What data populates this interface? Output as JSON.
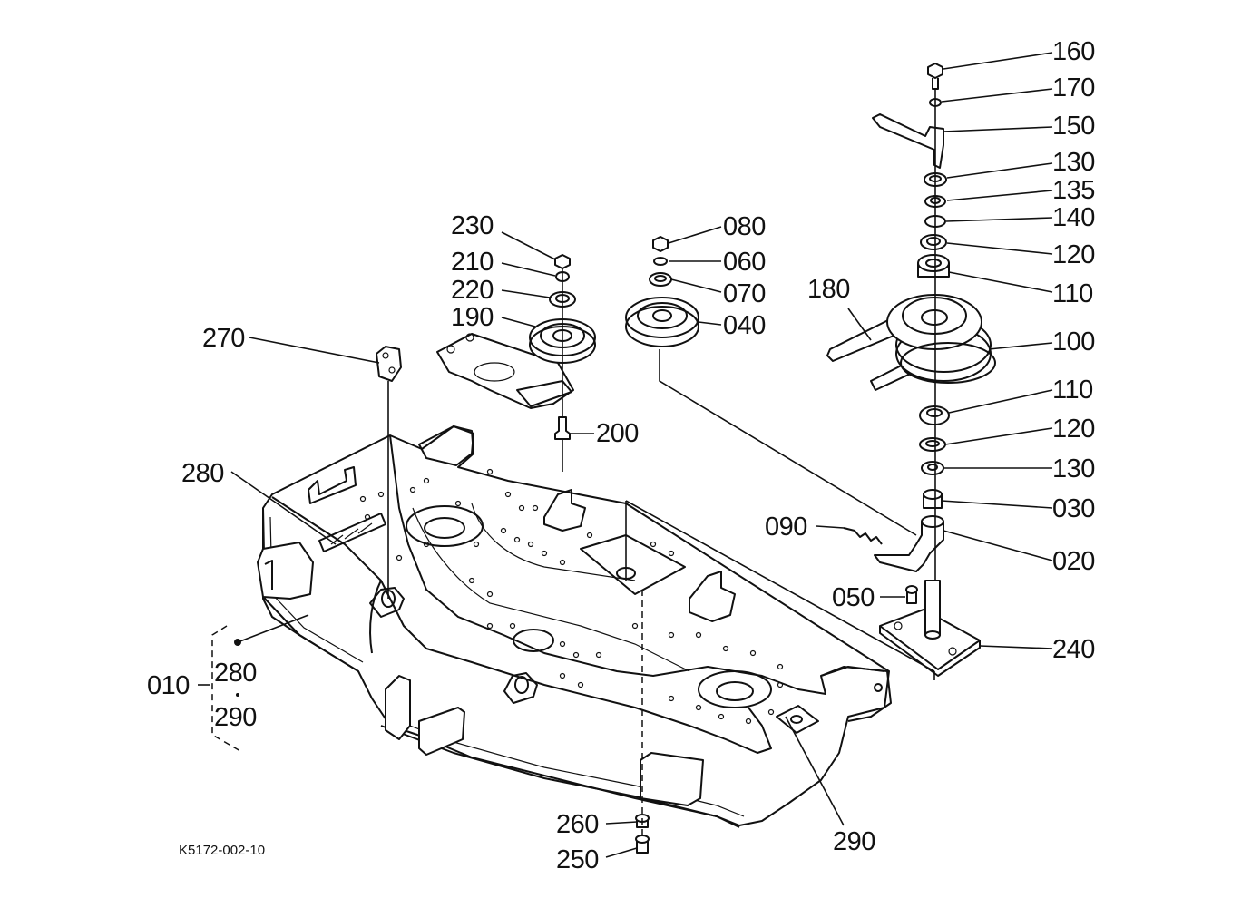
{
  "drawing_code": "K5172-002-10",
  "callouts": [
    {
      "id": "160",
      "label": "160"
    },
    {
      "id": "170",
      "label": "170"
    },
    {
      "id": "150",
      "label": "150"
    },
    {
      "id": "130a",
      "label": "130"
    },
    {
      "id": "135",
      "label": "135"
    },
    {
      "id": "140",
      "label": "140"
    },
    {
      "id": "120a",
      "label": "120"
    },
    {
      "id": "110a",
      "label": "110"
    },
    {
      "id": "180",
      "label": "180"
    },
    {
      "id": "100",
      "label": "100"
    },
    {
      "id": "110b",
      "label": "110"
    },
    {
      "id": "120b",
      "label": "120"
    },
    {
      "id": "130b",
      "label": "130"
    },
    {
      "id": "030",
      "label": "030"
    },
    {
      "id": "020",
      "label": "020"
    },
    {
      "id": "090",
      "label": "090"
    },
    {
      "id": "050",
      "label": "050"
    },
    {
      "id": "240",
      "label": "240"
    },
    {
      "id": "080",
      "label": "080"
    },
    {
      "id": "060",
      "label": "060"
    },
    {
      "id": "070",
      "label": "070"
    },
    {
      "id": "040",
      "label": "040"
    },
    {
      "id": "230",
      "label": "230"
    },
    {
      "id": "210",
      "label": "210"
    },
    {
      "id": "220",
      "label": "220"
    },
    {
      "id": "190",
      "label": "190"
    },
    {
      "id": "200",
      "label": "200"
    },
    {
      "id": "270",
      "label": "270"
    },
    {
      "id": "280a",
      "label": "280"
    },
    {
      "id": "010",
      "label": "010"
    },
    {
      "id": "280b",
      "label": "280"
    },
    {
      "id": "290a",
      "label": "290"
    },
    {
      "id": "260",
      "label": "260"
    },
    {
      "id": "250",
      "label": "250"
    },
    {
      "id": "290b",
      "label": "290"
    }
  ]
}
